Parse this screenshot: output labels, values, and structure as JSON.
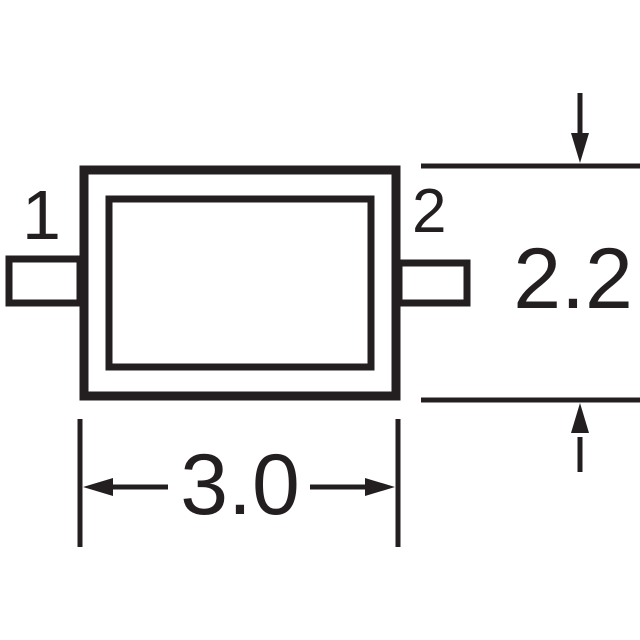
{
  "diagram": {
    "type": "component-package-dimension-drawing",
    "pins": {
      "pin1": "1",
      "pin2": "2"
    },
    "dimensions": {
      "height": "2.2",
      "width": "3.0"
    },
    "colors": {
      "line": "#231f20",
      "background": "#ffffff"
    }
  }
}
